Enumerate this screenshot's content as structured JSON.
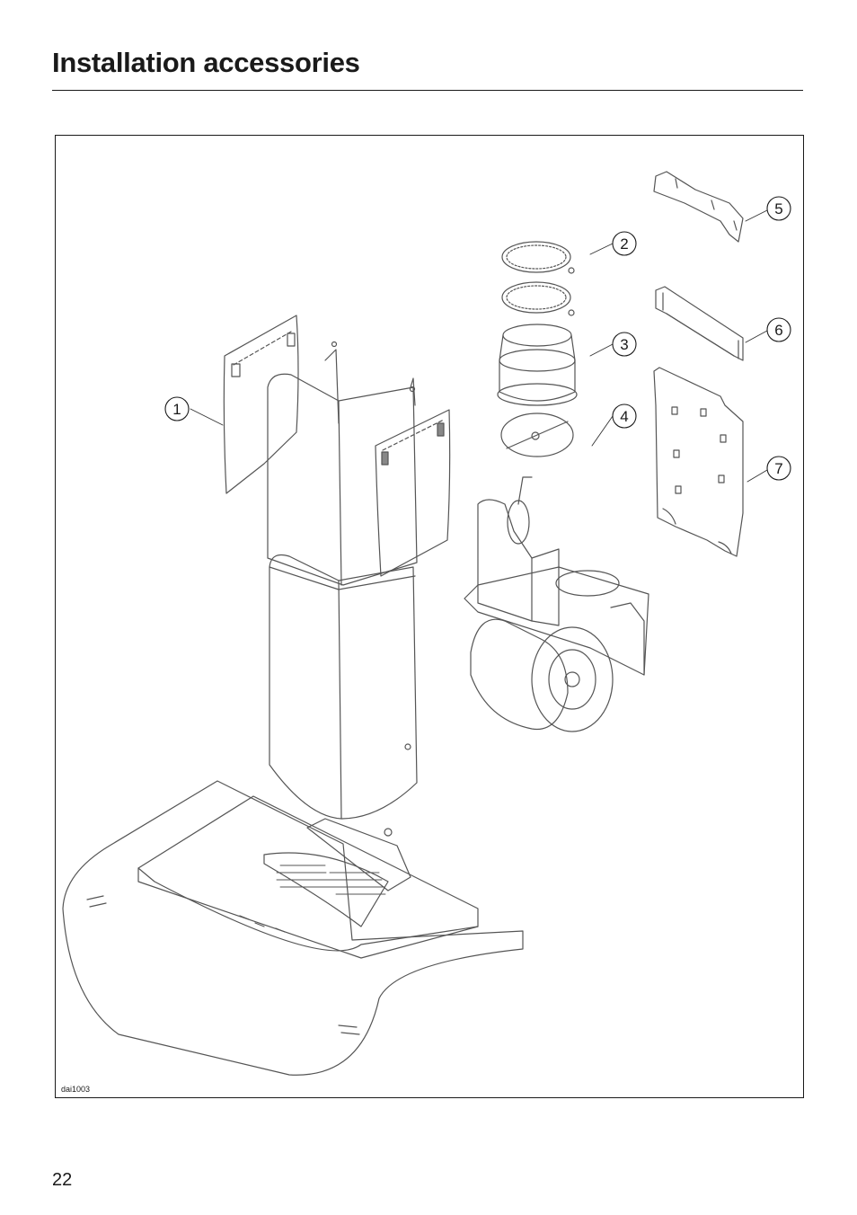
{
  "header": {
    "title": "Installation accessories"
  },
  "figure": {
    "code": "dai1003",
    "callouts": [
      {
        "label": "1",
        "part": "pipe-cover-sheets"
      },
      {
        "label": "2",
        "part": "hose-clips"
      },
      {
        "label": "3",
        "part": "duct-connector"
      },
      {
        "label": "4",
        "part": "non-return-flap"
      },
      {
        "label": "5",
        "part": "upper-bracket"
      },
      {
        "label": "6",
        "part": "middle-bracket"
      },
      {
        "label": "7",
        "part": "wall-mounting-plate"
      }
    ]
  },
  "footer": {
    "page_number": "22"
  }
}
